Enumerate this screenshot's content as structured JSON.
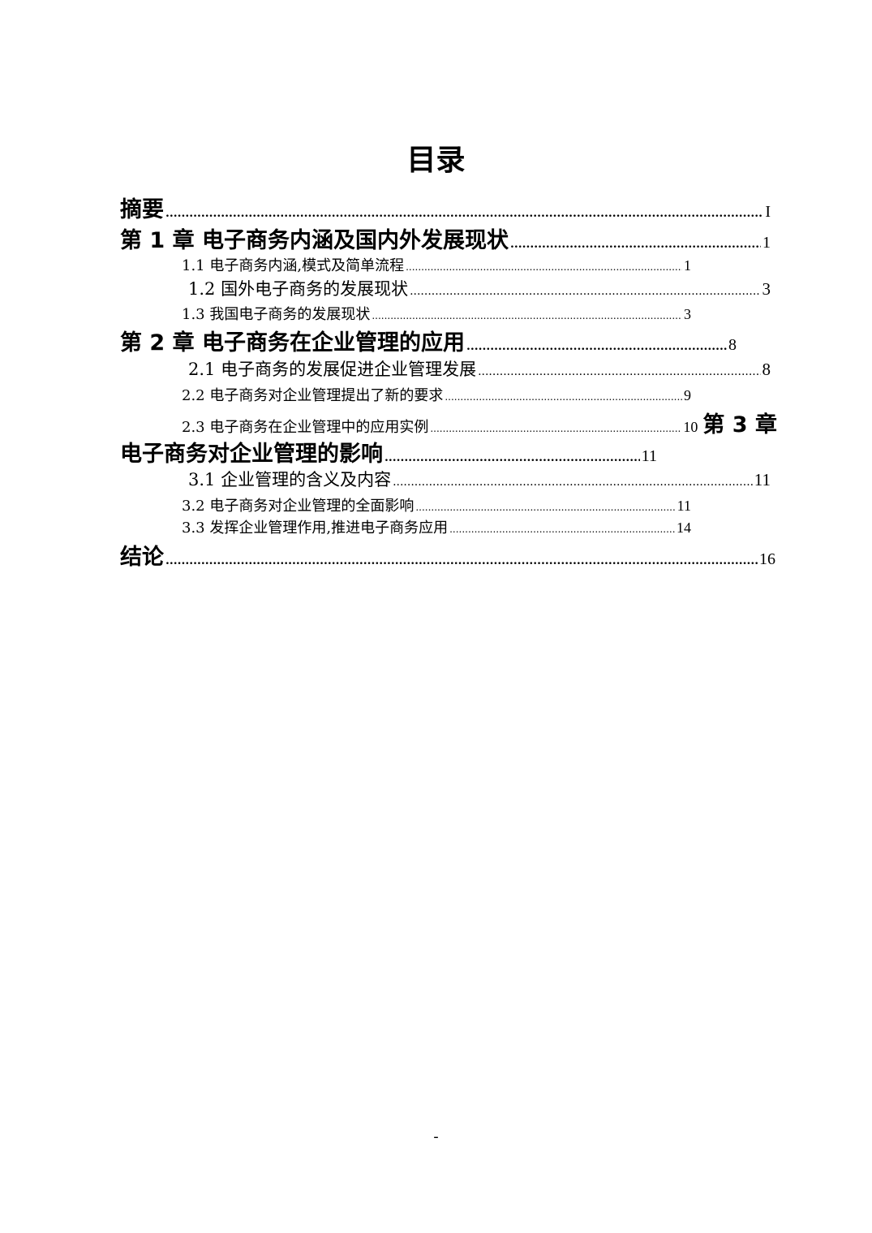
{
  "document": {
    "title": "目录",
    "footer": "-",
    "entries": [
      {
        "label": "摘要",
        "page": "I"
      },
      {
        "label": "第 1 章  电子商务内涵及国内外发展现状",
        "page": "1"
      },
      {
        "label": "1.1 电子商务内涵,模式及简单流程",
        "page": "1"
      },
      {
        "label": "1.2 国外电子商务的发展现状",
        "page": "3"
      },
      {
        "label": "1.3 我国电子商务的发展现状",
        "page": "3"
      },
      {
        "label": "第 2 章  电子商务在企业管理的应用",
        "page": "8"
      },
      {
        "label": "2.1 电子商务的发展促进企业管理发展",
        "page": "8"
      },
      {
        "label": "2.2 电子商务对企业管理提出了新的要求",
        "page": "9"
      },
      {
        "label": "2.3 电子商务在企业管理中的应用实例",
        "page": "10",
        "tail": "第 3 章"
      },
      {
        "label": "电子商务对企业管理的影响",
        "page": "11"
      },
      {
        "label": "3.1 企业管理的含义及内容",
        "page": "11"
      },
      {
        "label": "3.2 电子商务对企业管理的全面影响",
        "page": "11"
      },
      {
        "label": "3.3 发挥企业管理作用,推进电子商务应用",
        "page": "14"
      },
      {
        "label": "结论",
        "page": "16"
      }
    ]
  }
}
